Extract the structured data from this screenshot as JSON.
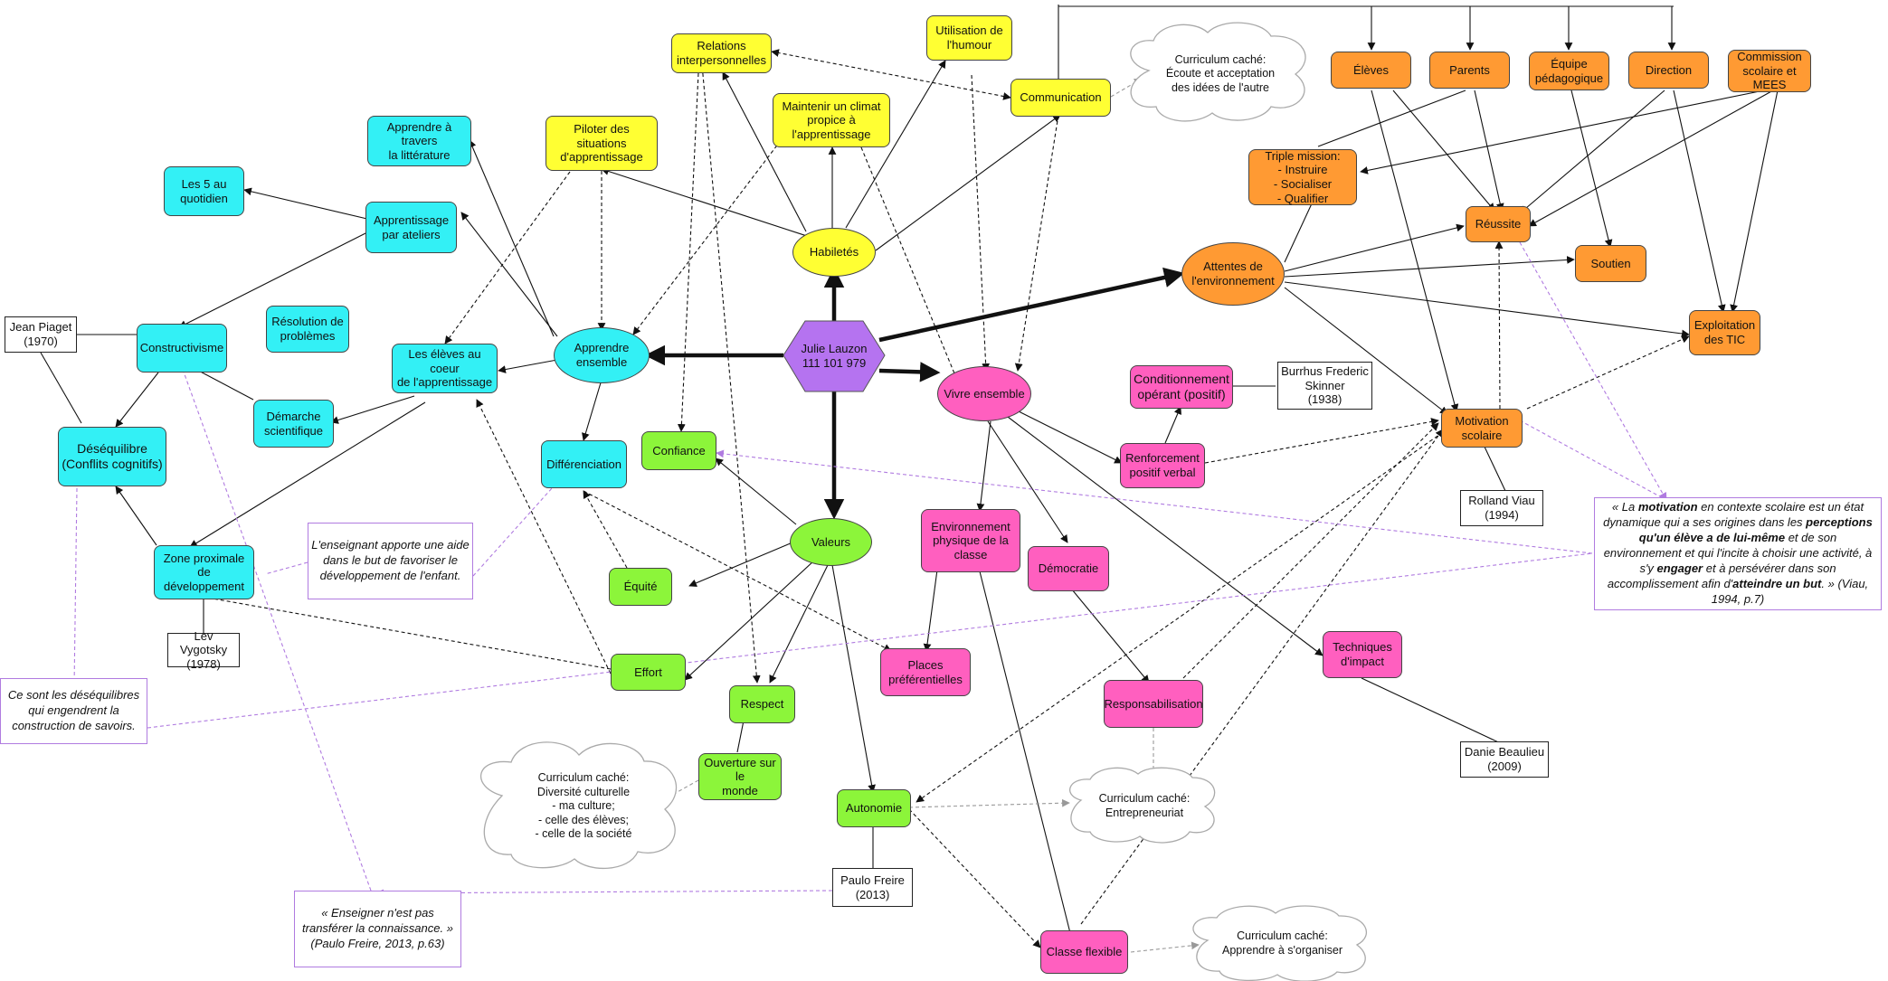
{
  "colors": {
    "cyan": "#33f0f5",
    "yellow": "#ffff33",
    "green": "#8cf53a",
    "pink": "#ff5fbf",
    "orange": "#ff9a33",
    "purple": "#b573f0",
    "note_border": "#b07be0"
  },
  "center": {
    "line1": "Julie Lauzon",
    "line2": "111 101 979"
  },
  "yellow": {
    "habiletes": "Habiletés",
    "relations": "Relations\ninterpersonnelles",
    "humour": "Utilisation de\nl'humour",
    "communication": "Communication",
    "maintenir": "Maintenir un climat\npropice à\nl'apprentissage",
    "piloter": "Piloter des situations\nd'apprentissage"
  },
  "cyan": {
    "apprendre_ensemble": "Apprendre\nensemble",
    "litterature": "Apprendre à travers\nla littérature",
    "les5": "Les 5 au\nquotidien",
    "ateliers": "Apprentissage\npar ateliers",
    "constructivisme": "Constructivisme",
    "resolution": "Résolution de\nproblèmes",
    "coeur": "Les élèves au coeur\nde l'apprentissage",
    "desequilibre": "Déséquilibre\n(Conflits cognitifs)",
    "demarche": "Démarche\nscientifique",
    "differenciation": "Différenciation",
    "zone": "Zone proximale de\ndéveloppement"
  },
  "green": {
    "valeurs": "Valeurs",
    "confiance": "Confiance",
    "equite": "Équité",
    "effort": "Effort",
    "respect": "Respect",
    "ouverture": "Ouverture sur le\nmonde",
    "autonomie": "Autonomie"
  },
  "pink": {
    "vivre": "Vivre ensemble",
    "conditionnement": "Conditionnement\nopérant (positif)",
    "renforcement": "Renforcement\npositif verbal",
    "environnement": "Environnement\nphysique de la\nclasse",
    "democratie": "Démocratie",
    "places": "Places\npréférentielles",
    "responsabilisation": "Responsabilisation",
    "techniques": "Techniques\nd'impact",
    "classe_flexible": "Classe flexible"
  },
  "orange": {
    "attentes": "Attentes de\nl'environnement",
    "eleves": "Élèves",
    "parents": "Parents",
    "equipe": "Équipe\npédagogique",
    "direction": "Direction",
    "commission": "Commission\nscolaire et\nMEES",
    "triple": "Triple mission:\n- Instruire\n- Socialiser\n- Qualifier",
    "reussite": "Réussite",
    "soutien": "Soutien",
    "tic": "Exploitation\ndes TIC",
    "motivation": "Motivation\nscolaire"
  },
  "authors": {
    "piaget": "Jean Piaget\n(1970)",
    "vygotsky": "Lev Vygotsky\n(1978)",
    "freire": "Paulo Freire\n(2013)",
    "skinner": "Burrhus Frederic\nSkinner\n(1938)",
    "viau": "Rolland Viau\n(1994)",
    "beaulieu": "Danie Beaulieu\n(2009)"
  },
  "clouds": {
    "ecoute": "Curriculum caché:\nÉcoute et acceptation\ndes idées de l'autre",
    "diversite": "Curriculum caché:\nDiversité culturelle\n- ma culture;\n- celle des élèves;\n- celle de la société",
    "entrepreneuriat": "Curriculum caché:\nEntrepreneuriat",
    "organiser": "Curriculum caché:\nApprendre à s'organiser"
  },
  "notes": {
    "aide": "L'enseignant apporte une aide\ndans le but de favoriser le\ndéveloppement de l'enfant.",
    "desequilibres": "Ce sont les déséquilibres\nqui engendrent la\nconstruction de savoirs.",
    "freire_quote": "« Enseigner n'est pas\ntransférer la connaissance. »\n(Paulo Freire, 2013, p.63)"
  },
  "viau_quote": {
    "p1": "« La ",
    "b1": "motivation",
    "p2": " en contexte scolaire est un état dynamique qui a ses origines dans les ",
    "b2": "perceptions qu'un élève a de lui-même",
    "p3": " et de son environnement et qui l'incite à choisir une activité, à s'y ",
    "b3": "engager",
    "p4": " et à persévérer dans son accomplissement afin d'",
    "b4": "atteindre un but",
    "p5": ". » (Viau, 1994, p.7)"
  }
}
